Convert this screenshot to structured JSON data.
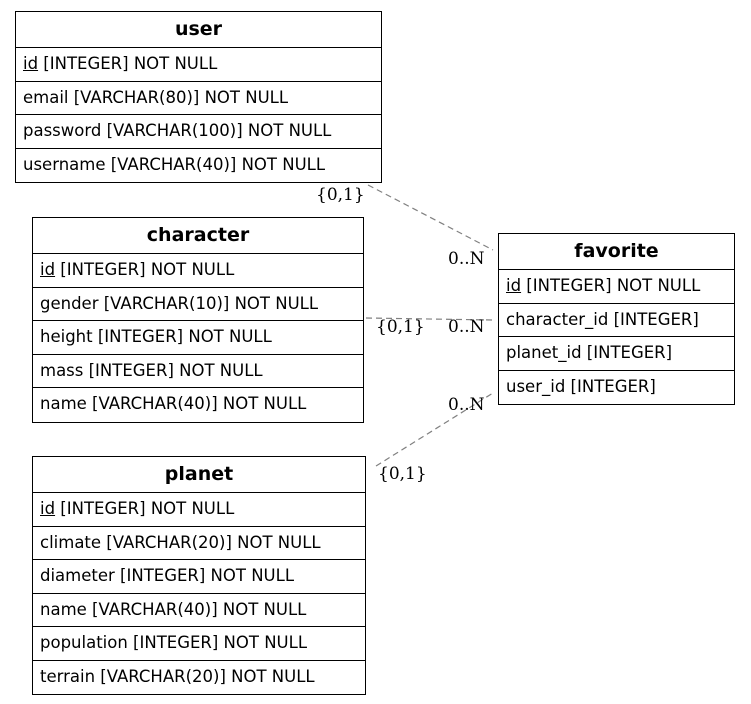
{
  "entities": {
    "user": {
      "title": "user",
      "fields": [
        {
          "pk": "id",
          "rest": " [INTEGER] NOT NULL"
        },
        {
          "text": "email [VARCHAR(80)] NOT NULL"
        },
        {
          "text": "password [VARCHAR(100)] NOT NULL"
        },
        {
          "text": "username [VARCHAR(40)] NOT NULL"
        }
      ]
    },
    "character": {
      "title": "character",
      "fields": [
        {
          "pk": "id",
          "rest": " [INTEGER] NOT NULL"
        },
        {
          "text": "gender [VARCHAR(10)] NOT NULL"
        },
        {
          "text": "height [INTEGER] NOT NULL"
        },
        {
          "text": "mass [INTEGER] NOT NULL"
        },
        {
          "text": "name [VARCHAR(40)] NOT NULL"
        }
      ]
    },
    "planet": {
      "title": "planet",
      "fields": [
        {
          "pk": "id",
          "rest": " [INTEGER] NOT NULL"
        },
        {
          "text": "climate [VARCHAR(20)] NOT NULL"
        },
        {
          "text": "diameter [INTEGER] NOT NULL"
        },
        {
          "text": "name [VARCHAR(40)] NOT NULL"
        },
        {
          "text": "population [INTEGER] NOT NULL"
        },
        {
          "text": "terrain [VARCHAR(20)] NOT NULL"
        }
      ]
    },
    "favorite": {
      "title": "favorite",
      "fields": [
        {
          "pk": "id",
          "rest": " [INTEGER] NOT NULL"
        },
        {
          "text": "character_id [INTEGER]"
        },
        {
          "text": "planet_id [INTEGER]"
        },
        {
          "text": "user_id [INTEGER]"
        }
      ]
    }
  },
  "relations": [
    {
      "from": "user",
      "to": "favorite",
      "from_card": "{0,1}",
      "to_card": "0..N"
    },
    {
      "from": "character",
      "to": "favorite",
      "from_card": "{0,1}",
      "to_card": "0..N"
    },
    {
      "from": "planet",
      "to": "favorite",
      "from_card": "{0,1}",
      "to_card": "0..N"
    }
  ],
  "colors": {
    "edge": "#808080",
    "border": "#000000",
    "text": "#000000"
  }
}
